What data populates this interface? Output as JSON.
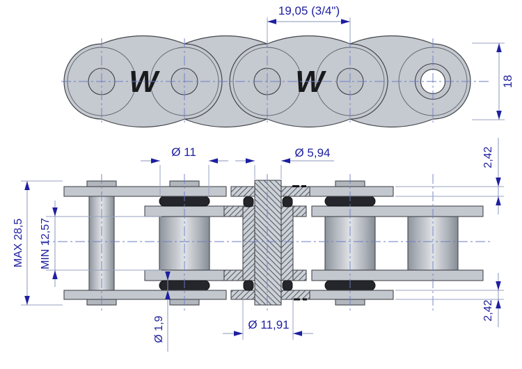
{
  "drawing": {
    "subject": "Roller chain technical drawing - plan view and sectional view",
    "logo": "W",
    "dims": {
      "pitch": "19,05  (3/4\")",
      "plate_height": "18",
      "oring_outer_dia": "Ø 11",
      "pin_dia": "Ø 5,94",
      "plate_thickness_top": "2,42",
      "overall_width_max": "MAX 28,5",
      "inner_width_min": "MIN 12,57",
      "oring_cross_section_dia": "Ø 1,9",
      "roller_dia": "Ø 11,91",
      "plate_thickness_bottom": "2,42"
    },
    "colors": {
      "background": "#ffffff",
      "annotation": "#1d1fa0",
      "extension_line": "#98a1c1",
      "centerline": "#6b7ec4",
      "metal_fill": "#c5c9d0",
      "outline": "#42454a",
      "oring": "#24262b"
    }
  }
}
